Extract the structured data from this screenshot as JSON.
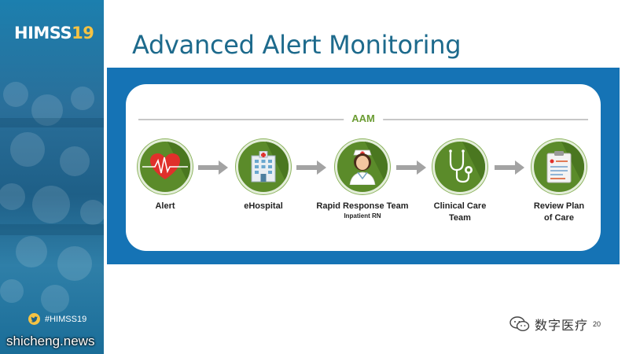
{
  "branding": {
    "logo_main": "HIMSS",
    "logo_year": "19",
    "twitter_handle": "#HIMSS19",
    "watermark_site": "shicheng.news",
    "wechat_account": "数字医疗",
    "wechat_suffix": "20"
  },
  "slide": {
    "title": "Advanced Alert Monitoring",
    "section_tag": "AAM"
  },
  "steps": [
    {
      "label": "Alert",
      "sublabel": "",
      "icon": "heart-pulse-icon"
    },
    {
      "label": "eHospital",
      "sublabel": "",
      "icon": "hospital-building-icon"
    },
    {
      "label": "Rapid Response Team",
      "sublabel": "Inpatient RN",
      "icon": "nurse-icon"
    },
    {
      "label": "Clinical Care",
      "label2": "Team",
      "sublabel": "",
      "icon": "stethoscope-icon"
    },
    {
      "label": "Review Plan",
      "label2": "of Care",
      "sublabel": "",
      "icon": "clipboard-icon"
    }
  ],
  "colors": {
    "accent_green": "#5b8b2a",
    "band_blue": "#1573b5",
    "title_blue": "#1d6a8c",
    "arrow_gray": "#a3a3a3"
  }
}
